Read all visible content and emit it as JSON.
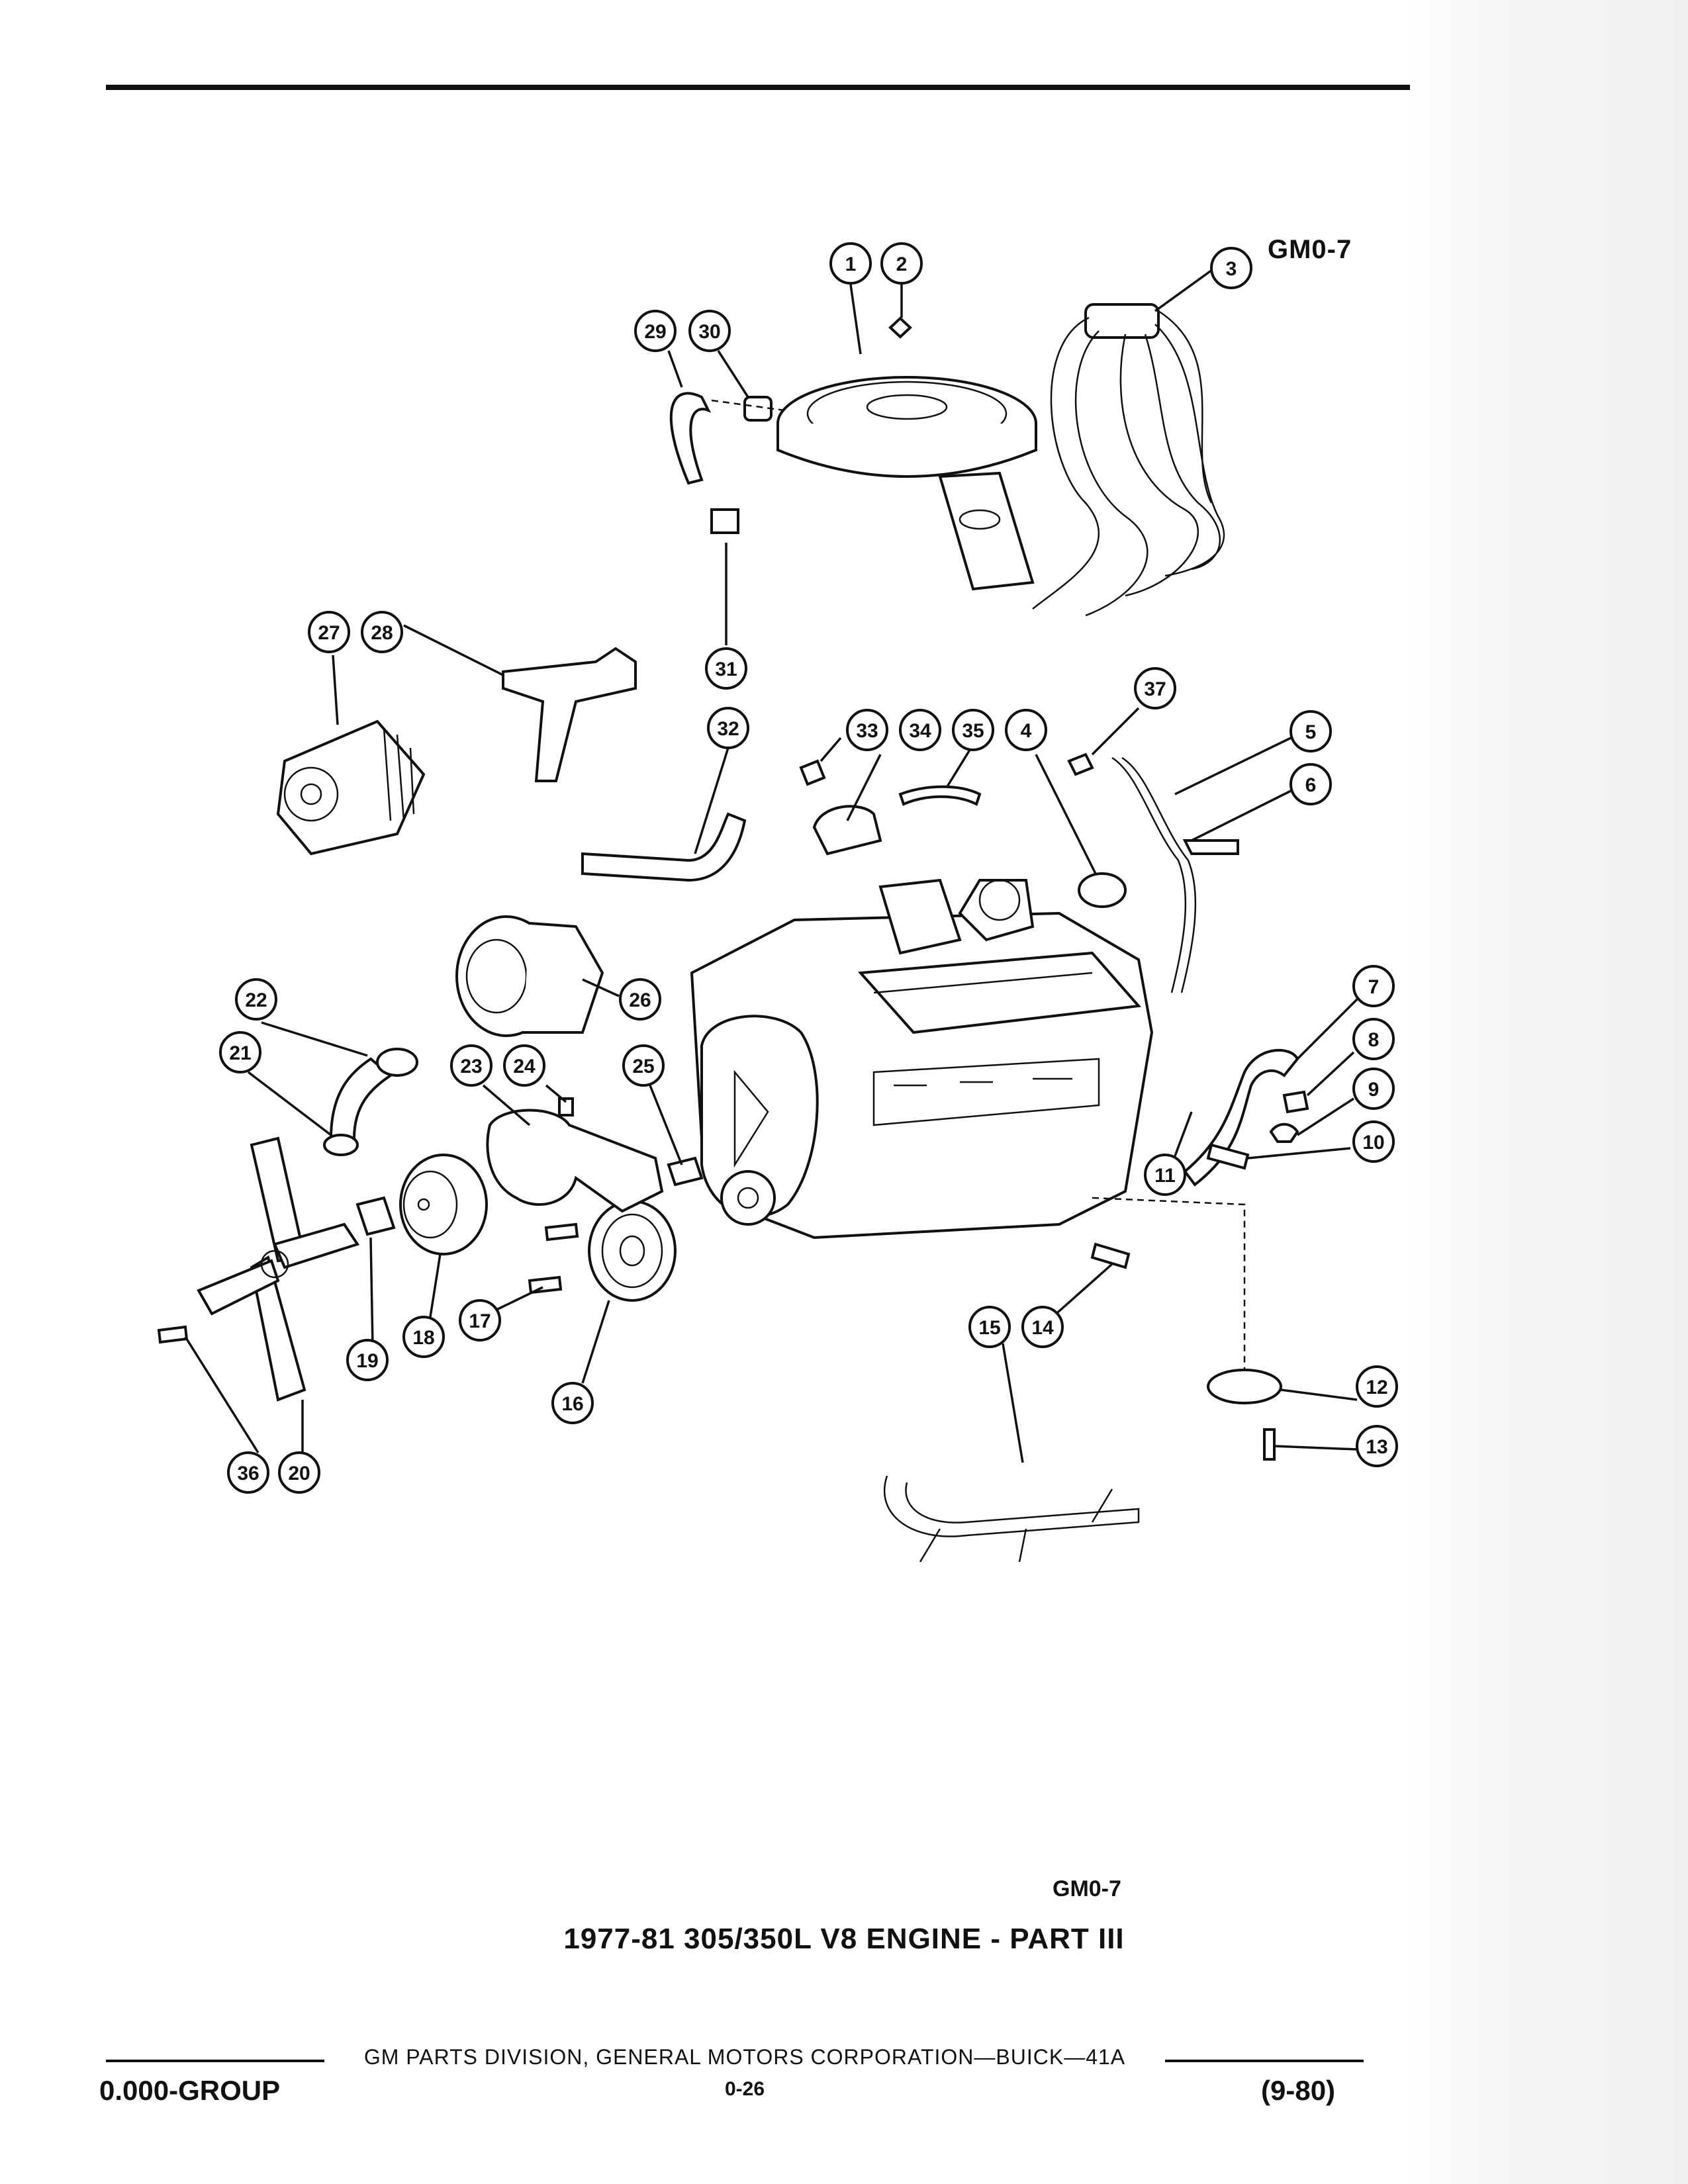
{
  "header": {
    "figure_code": "GM0-7"
  },
  "diagram": {
    "callouts": [
      "1",
      "2",
      "3",
      "4",
      "5",
      "6",
      "7",
      "8",
      "9",
      "10",
      "11",
      "12",
      "13",
      "14",
      "15",
      "16",
      "17",
      "18",
      "19",
      "20",
      "21",
      "22",
      "23",
      "24",
      "25",
      "26",
      "27",
      "28",
      "29",
      "30",
      "31",
      "32",
      "33",
      "34",
      "35",
      "36",
      "37"
    ]
  },
  "caption": {
    "figure_code": "GM0-7",
    "title": "1977-81 305/350L V8 ENGINE - PART III"
  },
  "footer": {
    "publisher": "GM PARTS DIVISION, GENERAL MOTORS CORPORATION—BUICK—41A",
    "page": "0-26",
    "group": "0.000-GROUP",
    "date": "(9-80)"
  }
}
